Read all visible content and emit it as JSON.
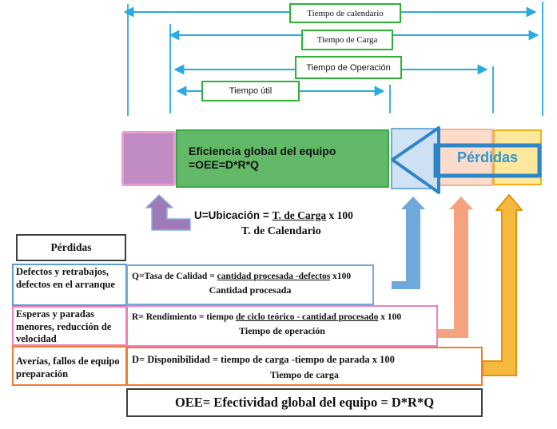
{
  "timeline": {
    "labels": [
      "Tiempo de calendario",
      "Tiempo de Carga",
      "Tiempo de Operación",
      "Tiempo útil"
    ]
  },
  "bar": {
    "title_line1": "Eficiencia global del equipo",
    "title_line2": "=OEE=D*R*Q",
    "losses_label": "Pérdidas"
  },
  "ubicacion_formula": {
    "prefix": "U=Ubicación = ",
    "underlined": "T. de Carga",
    "suffix": " x 100",
    "denominator": "T. de Calendario"
  },
  "losses_table": {
    "header": "Pérdidas",
    "rows": [
      "Defectos y retrabajos, defectos en el arranque",
      "Esperas y paradas menores, reducción de velocidad",
      "Averías, fallos de equipo preparación"
    ]
  },
  "formulas": {
    "quality": {
      "prefix": "Q=Tasa de Calidad = ",
      "underlined": "cantidad procesada -defectos",
      "suffix": " x100",
      "denominator": "Cantidad procesada"
    },
    "performance": {
      "prefix": "R= Rendimiento = tiempo ",
      "underlined": "de ciclo teórico - cantidad procesado",
      "suffix": " x 100",
      "denominator": "Tiempo de operación"
    },
    "availability": {
      "numerator": "D= Disponibilidad = tiempo de carga -tiempo de parada x 100",
      "denominator": "Tiempo de carga"
    }
  },
  "summary": {
    "text": "OEE= Efectividad global del equipo = D*R*Q"
  },
  "colors": {
    "timeline_arrow": "#29abe2",
    "timeline_box_border": "#2eb135",
    "purple_square_fill": "#c18cc3",
    "purple_square_border": "#eb9ed1",
    "green_fill": "#62ba68",
    "green_border": "#3aa74b",
    "blue_rect_fill": "#cfe3f4",
    "blue_rect_border": "#74aad9",
    "peach_rect_fill": "#fbdcca",
    "peach_rect_border": "#f0b695",
    "yellow_rect_fill": "#fde89c",
    "yellow_rect_border": "#f2b01e",
    "big_arrow_stroke": "#2e86c8",
    "big_arrow_head_fill": "#cde1f3",
    "perdidas_text": "#2e96d2",
    "purple_arrow": "#9e7ab9",
    "blue_elbow_arrow": "#6fa9dc",
    "peach_elbow_arrow": "#f5a27e",
    "yellow_elbow_arrow": "#f6b93f",
    "row_border_blue": "#5b9bd5",
    "row_border_pink": "#f07fc0",
    "row_border_orange": "#ed7d31"
  }
}
